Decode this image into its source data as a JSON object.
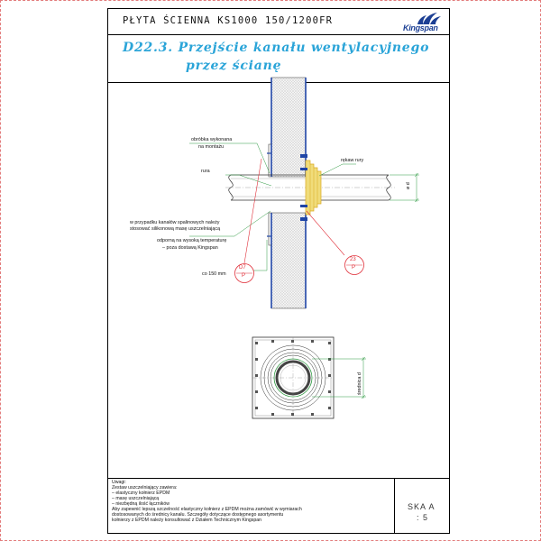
{
  "header": {
    "title": "PŁYTA ŚCIENNA KS1000 150/1200FR",
    "logo_text": "Kingspan"
  },
  "section": {
    "line1": "D22.3. Przejście kanału wentylacyjnego",
    "line2": "przez ścianę"
  },
  "labels": {
    "obrobka": "obróbka wykonana",
    "obrobka2": "na montażu",
    "rura": "rura",
    "rekaw": "rękaw rury",
    "sealant1": "w przypadku kanałów spalinowych należy",
    "sealant2": "stosować silikonową masę uszczelniającą",
    "sealant3": "odporną na wysoką temperaturę",
    "sealant4": "– poza dostawą Kingspan",
    "spacing": "co 150 mm",
    "dim_d": "ø d",
    "dim_srednica": "średnica d"
  },
  "callouts": [
    {
      "top": "D7",
      "bottom": "P"
    },
    {
      "top": "23",
      "bottom": "P"
    }
  ],
  "notes": [
    "Uwagi:",
    "Zestaw uszczelniający zawiera:",
    "– elastyczny kołnierz EPDM",
    "– masę uszczelniającą",
    "– niezbędną ilość łączników",
    "Aby zapewnić lepszą szczelność elastyczny kołnierz z EPDM można zamówić w wymiarach",
    "dostosowanych do średnicy kanału. Szczegóły dotyczące dostępnego asortymentu",
    "kołnierzy z EPDM należy konsultować z Działem Technicznym Kingspan"
  ],
  "sheet": {
    "line1": "SKA A",
    "line2": ": 5"
  },
  "colors": {
    "title_blue": "#2aa4d8",
    "panel_blue": "#1f45a6",
    "flange_yellow": "#e3c23a",
    "callout_red": "#e0303a",
    "leader_green": "#2f9a42",
    "page_border": "#e27b7b"
  }
}
